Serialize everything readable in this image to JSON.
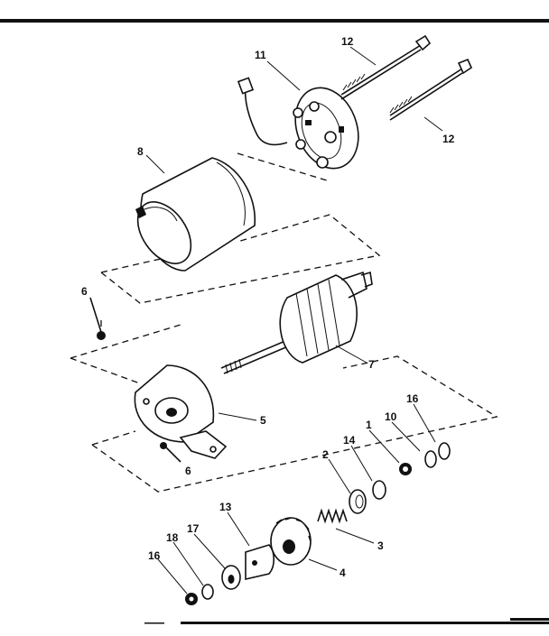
{
  "callouts": [
    {
      "id": "c12a",
      "text": "12"
    },
    {
      "id": "c11",
      "text": "11"
    },
    {
      "id": "c12b",
      "text": "12"
    },
    {
      "id": "c8",
      "text": "8"
    },
    {
      "id": "c6a",
      "text": "6"
    },
    {
      "id": "c7",
      "text": "7"
    },
    {
      "id": "c5",
      "text": "5"
    },
    {
      "id": "c6b",
      "text": "6"
    },
    {
      "id": "c16a",
      "text": "16"
    },
    {
      "id": "c10",
      "text": "10"
    },
    {
      "id": "c1",
      "text": "1"
    },
    {
      "id": "c14",
      "text": "14"
    },
    {
      "id": "c2",
      "text": "2"
    },
    {
      "id": "c3",
      "text": "3"
    },
    {
      "id": "c13",
      "text": "13"
    },
    {
      "id": "c4",
      "text": "4"
    },
    {
      "id": "c17",
      "text": "17"
    },
    {
      "id": "c18",
      "text": "18"
    },
    {
      "id": "c16b",
      "text": "16"
    }
  ],
  "colors": {
    "ink": "#111111",
    "paper": "#ffffff"
  }
}
